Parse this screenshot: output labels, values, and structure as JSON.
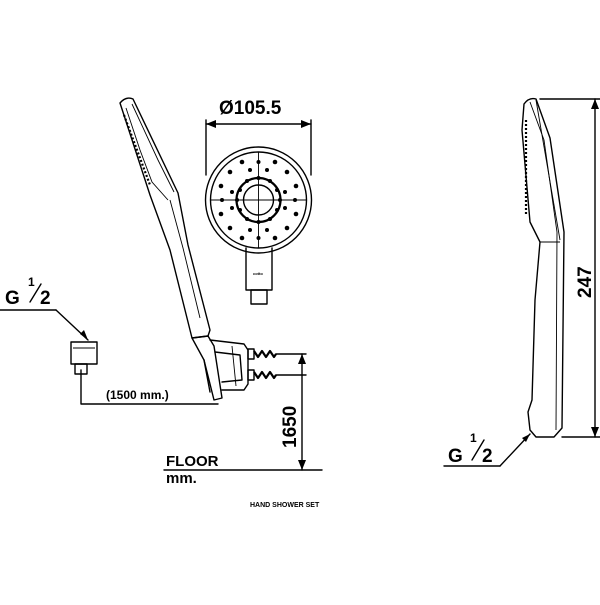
{
  "labels": {
    "diameter": "Ø105.5",
    "height": "247",
    "thread_left_g": "G",
    "thread_left_num": "1",
    "thread_left_den": "2",
    "thread_right_g": "G",
    "thread_right_num": "1",
    "thread_right_den": "2",
    "hose_length": "(1500 mm.)",
    "mount_height": "1650",
    "floor": "FLOOR",
    "unit": "mm.",
    "caption": "HAND SHOWER SET"
  }
}
